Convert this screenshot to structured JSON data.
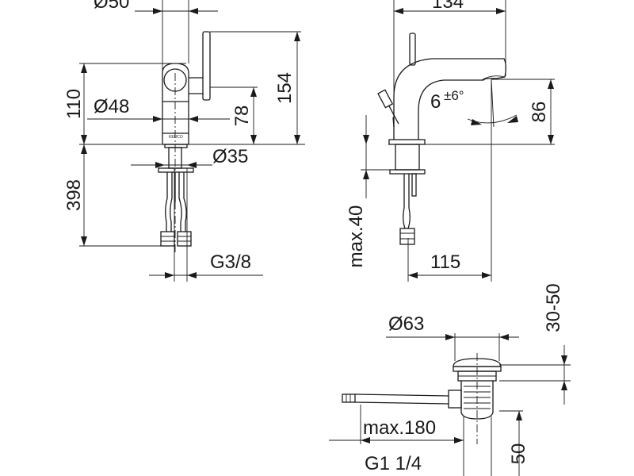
{
  "front_view": {
    "dim_top": "Ø50",
    "dim_height_body": "110",
    "dim_diameter_body": "Ø48",
    "dim_lever_height": "78",
    "dim_total_height": "154",
    "dim_shank": "Ø35",
    "dim_hose_length": "398",
    "dim_connection": "G3/8"
  },
  "side_view": {
    "dim_projection": "134",
    "dim_angle": "6",
    "dim_angle_tolerance": "±6°",
    "dim_spout_height": "86",
    "dim_max_thickness": "max.40",
    "dim_reach": "115"
  },
  "waste_view": {
    "dim_diameter": "Ø63",
    "dim_adjust": "30-50",
    "dim_rod": "max.180",
    "dim_thread": "G1 1/4",
    "dim_depth": "50"
  }
}
